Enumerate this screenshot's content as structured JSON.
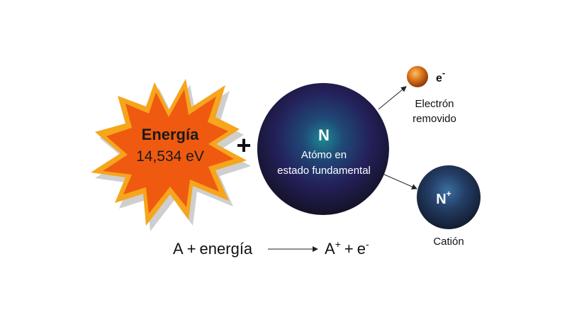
{
  "energy": {
    "title": "Energía",
    "value": "14,534 eV"
  },
  "operator_plus": "+",
  "atom": {
    "symbol": "N",
    "caption_line1": "Atómo en",
    "caption_line2": "estado fundamental"
  },
  "electron": {
    "symbol": "e",
    "charge": "-",
    "caption_line1": "Electrón",
    "caption_line2": "removido"
  },
  "cation": {
    "symbol": "N",
    "charge": "+",
    "caption": "Catión"
  },
  "equation": {
    "left_a": "A",
    "left_plus": "+",
    "left_energy": "energía",
    "right_a": "A",
    "right_a_charge": "+",
    "right_plus": "+",
    "right_e": "e",
    "right_e_charge": "-"
  },
  "colors": {
    "burst_fill": "#ef5a10",
    "burst_outline": "#f6a51c",
    "burst_shadow": "#cfcfcf",
    "atom_core": "#1a7f8c",
    "atom_edge": "#14122a",
    "electron": "#d9741a"
  }
}
